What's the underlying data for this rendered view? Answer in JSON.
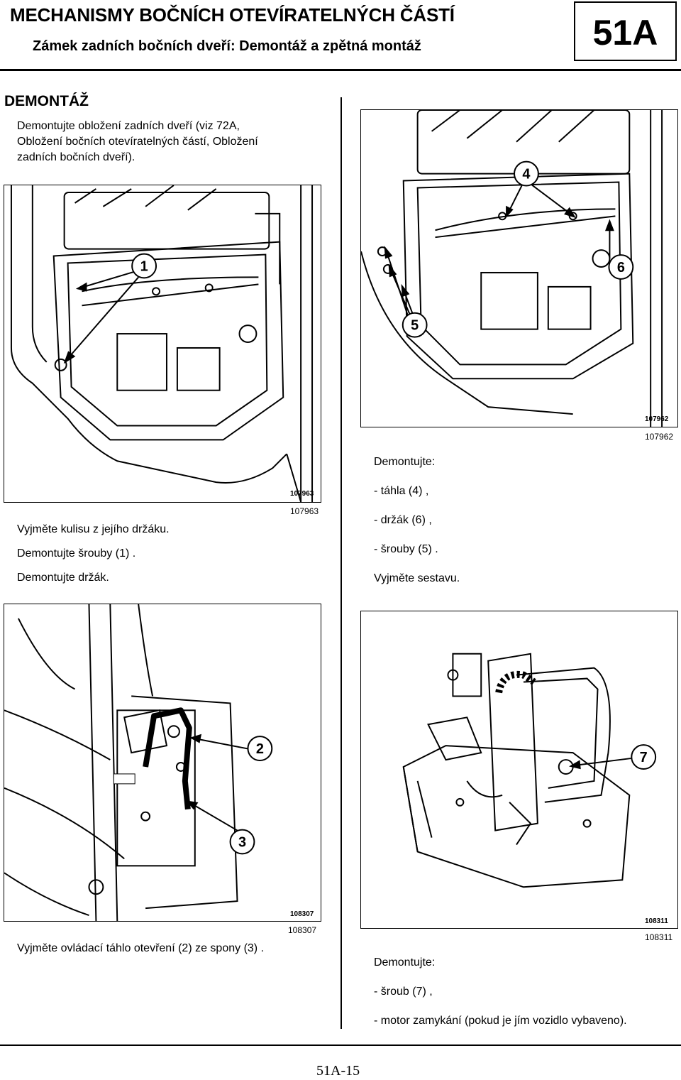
{
  "header": {
    "title": "MECHANISMY BOČNÍCH OTEVÍRATELNÝCH ČÁSTÍ",
    "subtitle": "Zámek zadních bočních dveří: Demontáž a zpětná montáž",
    "section_code": "51A"
  },
  "section": {
    "title": "DEMONTÁŽ",
    "intro_line1": "Demontujte obložení zadních dveří (viz 72A,",
    "intro_line2": "Obložení bočních otevíratelných částí, Obložení",
    "intro_line3": "zadních bočních dveří)."
  },
  "figures": [
    {
      "ref_inner": "107963",
      "ref_outer": "107963",
      "callouts": [
        "1"
      ]
    },
    {
      "ref_inner": "107962",
      "ref_outer": "107962",
      "callouts": [
        "4",
        "6",
        "5"
      ]
    },
    {
      "ref_inner": "108307",
      "ref_outer": "108307",
      "callouts": [
        "2",
        "3"
      ]
    },
    {
      "ref_inner": "108311",
      "ref_outer": "108311",
      "callouts": [
        "7"
      ]
    }
  ],
  "steps_fig1": [
    "Vyjměte kulisu z jejího držáku.",
    "Demontujte šrouby (1) .",
    "Demontujte držák."
  ],
  "steps_fig2": [
    "Demontujte:",
    "- táhla (4) ,",
    "- držák (6) ,",
    "- šrouby (5) .",
    "Vyjměte sestavu."
  ],
  "steps_fig3": [
    "Vyjměte ovládací táhlo otevření (2) ze spony (3) ."
  ],
  "steps_fig4": [
    "Demontujte:",
    "- šroub (7) ,",
    "- motor zamykání (pokud je jím vozidlo vybaveno)."
  ],
  "footer": {
    "page_number": "51A-15"
  }
}
